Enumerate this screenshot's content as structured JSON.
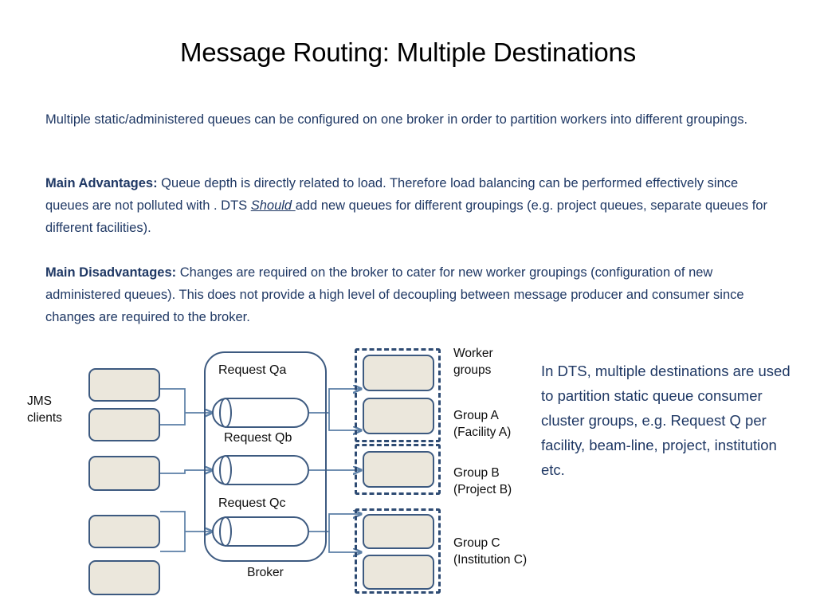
{
  "slide": {
    "title": "Message Routing: Multiple Destinations"
  },
  "body": {
    "intro": "Multiple static/administered queues can be configured on one broker in order to partition workers into different groupings.",
    "advantages": {
      "lead": "Main Advantages:",
      "text_before": " Queue depth is directly related to load. Therefore load balancing can be performed effectively since queues are not polluted with .  DTS ",
      "emphasis": "Should ",
      "text_after": "add new queues for different groupings (e.g. project queues, separate queues for different facilities)."
    },
    "disadvantages": {
      "lead": "Main Disadvantages:",
      "text": " Changes are required on the broker to cater for new worker groupings (configuration of new administered queues). This does not provide a high level of decoupling between message producer and consumer since changes are required to the broker."
    }
  },
  "diagram": {
    "clients_label": "JMS\nclients",
    "broker_label": "Broker",
    "queues": [
      {
        "label": "Request Qa"
      },
      {
        "label": "Request Qb"
      },
      {
        "label": "Request Qc"
      }
    ],
    "group_labels": [
      "Worker\ngroups",
      "Group A\n(Facility A)",
      "Group B\n(Project B)",
      "Group C\n(Institution C)"
    ],
    "colors": {
      "node_fill": "#EBE7DC",
      "node_border": "#3D5A80",
      "dashed_border": "#2E4B73",
      "connector": "#5B7FA6",
      "body_text": "#1f3864",
      "title_text": "#000000"
    }
  },
  "callout": {
    "text": "In DTS, multiple destinations are used to partition static queue consumer cluster groups, e.g. Request Q per facility, beam-line, project, institution etc."
  }
}
